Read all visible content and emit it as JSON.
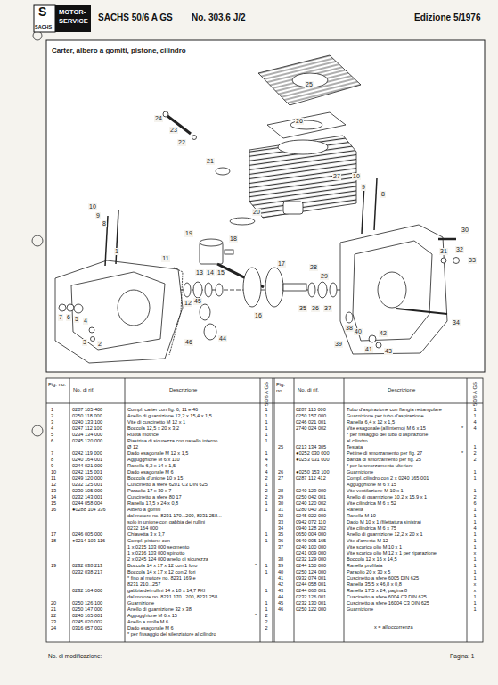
{
  "diagram": {
    "title": "Carter, albero a gomiti, pistone, cilindro",
    "labels": [
      "S",
      "SACHS",
      "MOTOR-",
      "SERVICE",
      "SACHS 50/6 A GS",
      "No. 303.6 J/2",
      "Edizione 5/1976",
      "25",
      "24",
      "23",
      "22",
      "21",
      "26",
      "27",
      "20",
      "19",
      "18",
      "17",
      "16",
      "10",
      "9",
      "8",
      "11",
      "12",
      "13",
      "14",
      "15",
      "1",
      "7",
      "6",
      "5",
      "4",
      "3",
      "2",
      "45",
      "44",
      "46",
      "10",
      "9",
      "8",
      "28",
      "29",
      "30",
      "31",
      "32",
      "33",
      "34",
      "35",
      "36",
      "37",
      "38",
      "39",
      "40",
      "41",
      "42",
      "43",
      "Fig. no.",
      "No. di rif.",
      "Descrizione",
      "50/6 A GS",
      "Fig. no.",
      "No. di rif.",
      "Descrizione",
      "50/6 A GS",
      "1",
      "0287 105 408",
      "Compl. carter con fig. 6, 11 e 46",
      "1",
      "2",
      "0250 118 000",
      "Anello di guarnizione 12,2 x 15,4 x 1,5",
      "1",
      "3",
      "0240 133 100",
      "Vite di cuscinetto M 12 x 1",
      "1",
      "4",
      "0247 112 100",
      "Boccola 12,5 x 20 x 3,2",
      "1",
      "5",
      "0234 134 000",
      "Ruota motrice",
      "1",
      "6",
      "0245 120 000",
      "Piastrina di sicurezza con nasello interno",
      "1",
      "Ø 12",
      "7",
      "0242 119 000",
      "Dado esagonale M 12 x 1,5",
      "1",
      "8",
      "0240 164 001",
      "Aggugghione M 6 x 110",
      "4",
      "9",
      "0244 021 000",
      "Ranella 6,2 x 14 x 1,5",
      "4",
      "10",
      "0242 115 001",
      "Dado esagonale M 6",
      "4",
      "11",
      "0249 120 000",
      "Boccola d'unione 10 x 15",
      "2",
      "12",
      "0232 125 001",
      "Cuscinetto a sfere 6201 C3 DIN 625",
      "1",
      "13",
      "0230 105 000",
      "Paraolio 17 x 30 x 7",
      "2",
      "14",
      "0232 143 001",
      "Cuscinetto a sfere 80 17",
      "2",
      "15",
      "0244 058 004",
      "Ranella 17,5 x 24 x 0,8",
      "1",
      "16",
      "●0288 104 336",
      "Albero a gomiti",
      "1",
      "dal motore no. 8231 170...200, 8231 258...",
      "solo in unione con gabbia dei rullini",
      "0232 164 000",
      "17",
      "0246 005 000",
      "Chiavetta 3 x 3,7",
      "1",
      "18",
      "●0214 103 116",
      "Compl. pistone con",
      "1",
      "1 x 0215 103 000 segmento",
      "1 x 0216 103 000 spinotto",
      "2 x 0245 124 000 anello di sicurezza",
      "19",
      "0232 038 213",
      "Boccola 14 x 17 x 12 con 1 foro",
      "*",
      "1",
      "0232 038 217",
      "Boccola 14 x 17 x 12 con 2 fori",
      "1",
      "* fino al motore no. 8231 169 e",
      "8231 210...257",
      "0232 164 000",
      "gabbia dei rullini 14 x 18 x 14,7 FKI",
      "1",
      "dal motore no. 8231 170...200, 8231 258...",
      "20",
      "0250 126 100",
      "Guarnizione",
      "1",
      "21",
      "0250 147 000",
      "Anello di guarnizione 32 x 38",
      "1",
      "22",
      "0240 165 001",
      "Aggugghione M 6 x 15",
      "*",
      "2",
      "23",
      "0245 020 002",
      "Anello a molla M 6",
      "2",
      "24",
      "0316 057 002",
      "Dado esagonale M 6",
      "2",
      "* per fissaggio del silenziatore al cilindro",
      "0287 115 000",
      "Tubo d'aspirazione con flangia rettangolare",
      "1",
      "0250 157 000",
      "Guarnizione per tubo d'aspirazione",
      "1",
      "0246 021 001",
      "Ranella 6,4 x 12 x 1,5",
      "4",
      "2740 024 002",
      "Vite esagonale (all'interno) M 6 x 15",
      "*",
      "4",
      "* per fissaggio del tubo d'aspirazione",
      "al cilindro",
      "25",
      "0213 134 305",
      "Testata",
      "1",
      "●0252 030 000",
      "Pettine di smorzamento per fig. 27",
      "*",
      "2",
      "●0253 031 000",
      "Banda di smorzamento per fig. 25",
      "2",
      "* per lo smorzamento ulteriore",
      "26",
      "●0250 153 100",
      "Guarnizione",
      "1",
      "27",
      "0287 112 412",
      "Compl. cilindro con 2 x 0240 165 001",
      "1",
      "Aggugghione M 6 x 15",
      "28",
      "0240 129 000",
      "Vite ventilazione M 10 x 1",
      "1",
      "29",
      "0250 042 001",
      "Anello di guarnizione 10,2 x 15,9 x 1",
      "2",
      "30",
      "0240 120 002",
      "Vite cilindrica M 6 x 52",
      "6",
      "31",
      "0280 040 301",
      "Ranella",
      "1",
      "32",
      "0245 022 000",
      "Ranella M 10",
      "1",
      "33",
      "0942 072 110",
      "Dado M 10 x 1 (filettatura sinistra)",
      "1",
      "34",
      "0940 128 202",
      "Vite cilindrica M 6 x 75",
      "4",
      "35",
      "0650 004 000",
      "Anello di guarnizione 12,2 x 20 x 1",
      "1",
      "36",
      "0640 005 165",
      "Vite d'arresto M 12",
      "1",
      "37",
      "0240 100 000",
      "Vite scarico olio M 10 x 1",
      "1",
      "0241 009 000",
      "Vite scarico olio M 12 x 1 per riparazione",
      "x",
      "38",
      "0232 129 000",
      "Boccola 12 x 16 x 14,5",
      "1",
      "39",
      "0244 150 000",
      "Ranella profilata",
      "1",
      "40",
      "0250 124 000",
      "Paraolio 20 x 30 x 5",
      "1",
      "41",
      "0932 074 001",
      "Cuscinetto a sfere 6005 DIN 625",
      "1",
      "42",
      "0244 058 001",
      "Ranella 35,5 x 46,8 x 0,8",
      "x",
      "43",
      "0244 068 001",
      "Ranella 17,5 x 24, pagina 8",
      "x",
      "44",
      "0232 126 001",
      "Cuscinetto a sfere 6004 C3 DIN 625",
      "1",
      "45",
      "0232 130 001",
      "Cuscinetto a sfere 16004 C3 DIN 625",
      "1",
      "46",
      "0250 122 000",
      "Guarnizione",
      "1",
      "x = all'occorrenza",
      "No. di modificazione:",
      "Pagina: 1"
    ]
  }
}
